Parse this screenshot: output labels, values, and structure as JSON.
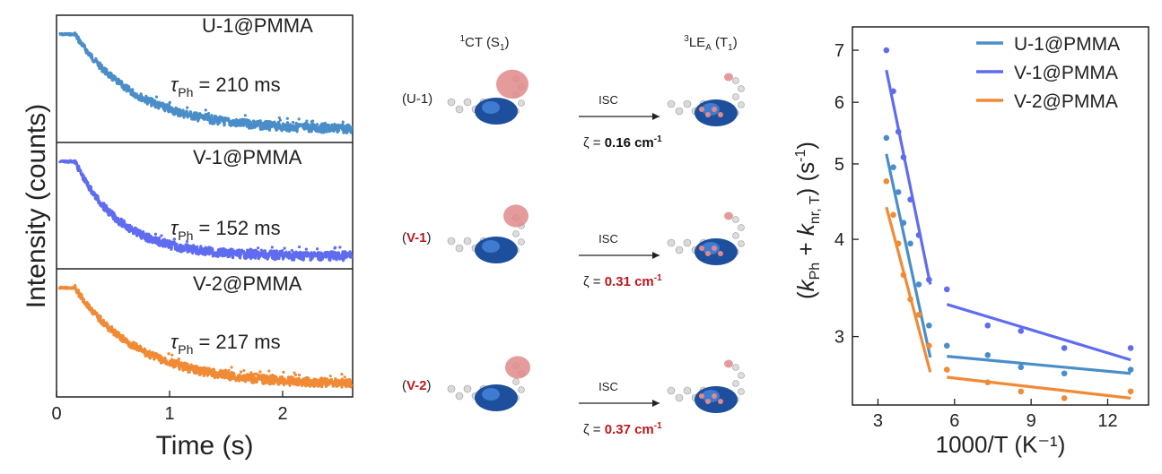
{
  "left_panel": {
    "ylabel": "Intensity (counts)",
    "xlabel": "Time (s)",
    "xticks": [
      "0",
      "1",
      "2"
    ],
    "panels": [
      {
        "sample": "U-1@PMMA",
        "tau_symbol": "τ",
        "tau_sub": "Ph",
        "tau_value": " = 210 ms",
        "color": "#4a8ec9"
      },
      {
        "sample": "V-1@PMMA",
        "tau_symbol": "τ",
        "tau_sub": "Ph",
        "tau_value": " = 152 ms",
        "color": "#5f6cf0"
      },
      {
        "sample": "V-2@PMMA",
        "tau_symbol": "τ",
        "tau_sub": "Ph",
        "tau_value": " = 217 ms",
        "color": "#f08a35"
      }
    ]
  },
  "middle_panel": {
    "header_left": {
      "sup": "1",
      "main": "CT (S",
      "sub": "1",
      "end": ")"
    },
    "header_right": {
      "sup": "3",
      "main": "LE",
      "subA": "A",
      "mid": " (T",
      "sub": "1",
      "end": ")"
    },
    "rows": [
      {
        "label_open": "(",
        "label_name": "U-1",
        "label_close": ")",
        "label_color": "#222222",
        "arrow_label": "ISC",
        "zeta_prefix": "ζ = ",
        "zeta_value": "0.16 cm",
        "zeta_sup": "-1",
        "zeta_color": "#111111"
      },
      {
        "label_open": "(",
        "label_name": "V-1",
        "label_close": ")",
        "label_color": "#c0171c",
        "arrow_label": "ISC",
        "zeta_prefix": "ζ = ",
        "zeta_value": "0.31 cm",
        "zeta_sup": "-1",
        "zeta_color": "#c0171c"
      },
      {
        "label_open": "(",
        "label_name": "V-2",
        "label_close": ")",
        "label_color": "#c0171c",
        "arrow_label": "ISC",
        "zeta_prefix": "ζ = ",
        "zeta_value": "0.37 cm",
        "zeta_sup": "-1",
        "zeta_color": "#c0171c"
      }
    ]
  },
  "chart_data": {
    "type": "scatter",
    "xlabel": "1000/T (K⁻¹)",
    "ylabel_parts": {
      "open": "(",
      "k1": "k",
      "s1": "Ph",
      "plus": " + ",
      "k2": "k",
      "s2": "nr, T",
      "close": ") (s",
      "sup": "-1",
      "end": ")"
    },
    "xlim": [
      2,
      13.6
    ],
    "ylim": [
      2.45,
      7.5
    ],
    "yscale": "log",
    "xticks": [
      3,
      6,
      9,
      12
    ],
    "xtick_labels": [
      "3",
      "6",
      "9",
      "12"
    ],
    "yticks": [
      3,
      4,
      5,
      6,
      7
    ],
    "ytick_labels": [
      "3",
      "4",
      "5",
      "6",
      "7"
    ],
    "legend_position": "top-right",
    "series": [
      {
        "name": "U-1@PMMA",
        "color": "#4a8ec9",
        "x": [
          3.33,
          3.6,
          3.8,
          4.0,
          4.27,
          4.6,
          5.0,
          5.7,
          7.3,
          8.6,
          10.3,
          12.9
        ],
        "y": [
          5.4,
          4.95,
          4.6,
          4.2,
          3.95,
          3.5,
          3.1,
          2.92,
          2.84,
          2.74,
          2.69,
          2.72
        ],
        "fits": [
          {
            "x": [
              3.33,
              5.05
            ],
            "y": [
              5.15,
              2.82
            ]
          },
          {
            "x": [
              5.7,
              12.9
            ],
            "y": [
              2.83,
              2.69
            ]
          }
        ]
      },
      {
        "name": "V-1@PMMA",
        "color": "#5f6cf0",
        "x": [
          3.33,
          3.6,
          3.8,
          4.0,
          4.27,
          4.6,
          5.0,
          5.7,
          7.3,
          8.6,
          10.3,
          12.9
        ],
        "y": [
          7.0,
          6.2,
          5.5,
          5.1,
          4.5,
          4.05,
          3.55,
          3.45,
          3.1,
          3.05,
          2.9,
          2.9
        ],
        "fits": [
          {
            "x": [
              3.33,
              5.05
            ],
            "y": [
              6.6,
              3.5
            ]
          },
          {
            "x": [
              5.7,
              12.9
            ],
            "y": [
              3.3,
              2.8
            ]
          }
        ]
      },
      {
        "name": "V-2@PMMA",
        "color": "#f08a35",
        "x": [
          3.33,
          3.6,
          3.8,
          4.0,
          4.27,
          4.6,
          5.0,
          5.7,
          7.3,
          8.6,
          10.3,
          12.9
        ],
        "y": [
          4.75,
          4.3,
          3.95,
          3.6,
          3.35,
          3.2,
          2.92,
          2.72,
          2.62,
          2.55,
          2.5,
          2.55
        ],
        "fits": [
          {
            "x": [
              3.33,
              5.05
            ],
            "y": [
              4.4,
              2.7
            ]
          },
          {
            "x": [
              5.7,
              12.9
            ],
            "y": [
              2.66,
              2.5
            ]
          }
        ]
      }
    ]
  }
}
